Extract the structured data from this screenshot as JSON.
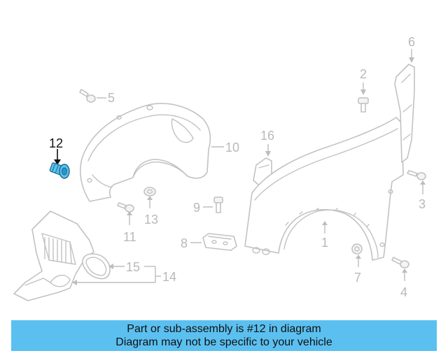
{
  "diagram": {
    "callouts": {
      "c1": "1",
      "c2": "2",
      "c3": "3",
      "c4": "4",
      "c5": "5",
      "c6": "6",
      "c7": "7",
      "c8": "8",
      "c9": "9",
      "c10": "10",
      "c11": "11",
      "c12": "12",
      "c13": "13",
      "c14": "14",
      "c15": "15",
      "c16": "16"
    },
    "highlight_color": "#5bc0f0"
  },
  "banner": {
    "line1": "Part or sub-assembly is #12 in diagram",
    "line2": "Diagram may not be specific to your vehicle",
    "background": "#5bc0f0"
  }
}
